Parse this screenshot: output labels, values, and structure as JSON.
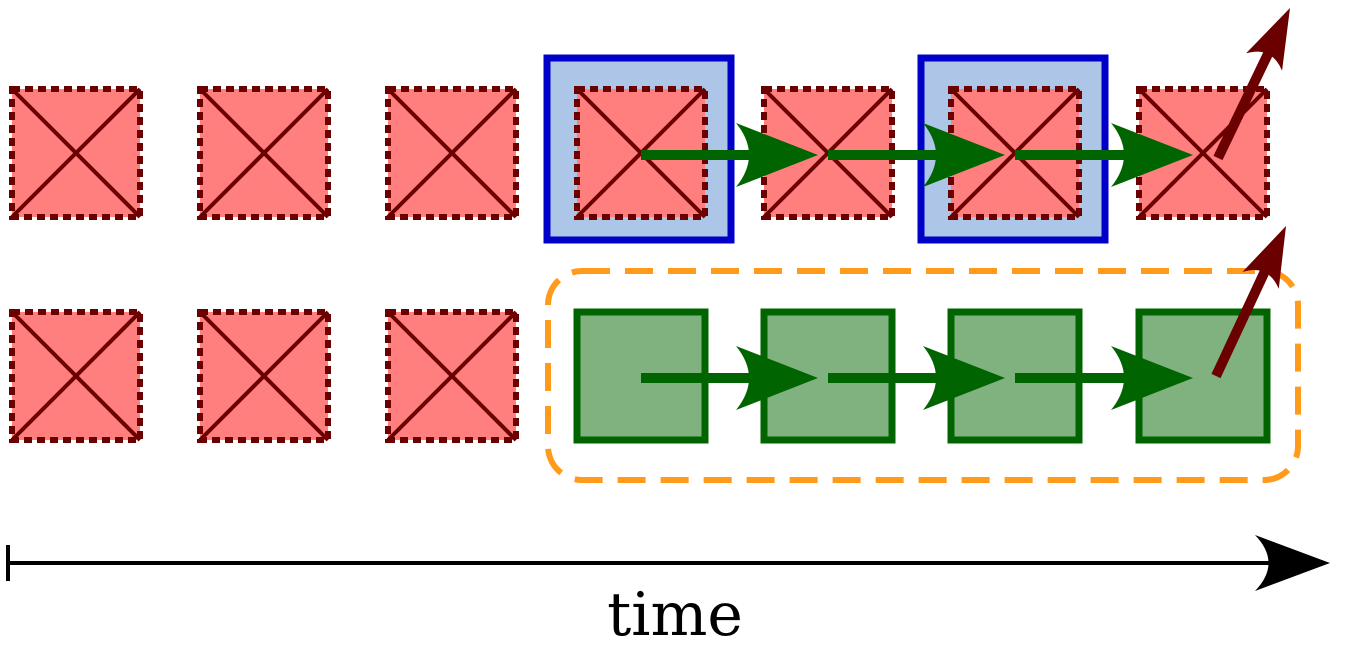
{
  "diagram": {
    "axis_label": "time",
    "rows": [
      {
        "name": "top-row",
        "cells": [
          {
            "state": "crossed",
            "highlighted": false
          },
          {
            "state": "crossed",
            "highlighted": false
          },
          {
            "state": "crossed",
            "highlighted": false
          },
          {
            "state": "crossed",
            "highlighted": true
          },
          {
            "state": "crossed",
            "highlighted": false
          },
          {
            "state": "crossed",
            "highlighted": true
          },
          {
            "state": "crossed",
            "highlighted": false
          }
        ]
      },
      {
        "name": "bottom-row",
        "cells": [
          {
            "state": "crossed",
            "highlighted": false
          },
          {
            "state": "crossed",
            "highlighted": false
          },
          {
            "state": "crossed",
            "highlighted": false
          },
          {
            "state": "active",
            "highlighted": false
          },
          {
            "state": "active",
            "highlighted": false
          },
          {
            "state": "active",
            "highlighted": false
          },
          {
            "state": "active",
            "highlighted": false
          }
        ]
      }
    ],
    "colors": {
      "crossed_fill": "#ff7f7f",
      "crossed_border": "#6b0000",
      "active_fill": "#7fb27f",
      "active_border": "#006400",
      "highlight_fill": "#adc6e8",
      "highlight_border": "#0000c8",
      "chain_arrow": "#006400",
      "exit_arrow": "#6b0000",
      "group_border": "#ff9a1a",
      "axis": "#000000"
    }
  }
}
